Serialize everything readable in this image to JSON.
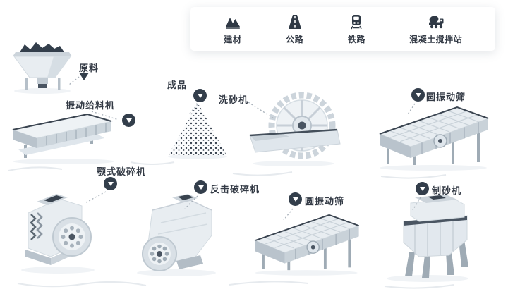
{
  "legend": {
    "items": [
      {
        "label": "建材",
        "icon": "building-materials-icon"
      },
      {
        "label": "公路",
        "icon": "highway-icon"
      },
      {
        "label": "铁路",
        "icon": "railway-icon"
      },
      {
        "label": "混凝土搅拌站",
        "icon": "concrete-mixing-plant-icon"
      }
    ]
  },
  "machines": {
    "raw_material": "原料",
    "vibrating_feeder": "振动给料机",
    "jaw_crusher": "颚式破碎机",
    "impact_crusher": "反击破碎机",
    "finished_product": "成品",
    "sand_washer": "洗砂机",
    "circular_vibrating_screen_top": "圆振动筛",
    "circular_vibrating_screen_bottom": "圆振动筛",
    "sand_making_machine": "制砂机"
  },
  "colors": {
    "badge": "#333e4b",
    "label_text": "#333a45",
    "machine_light": "#e8edf1",
    "machine_mid": "#ccd4db",
    "accent_dark": "#39434f"
  }
}
